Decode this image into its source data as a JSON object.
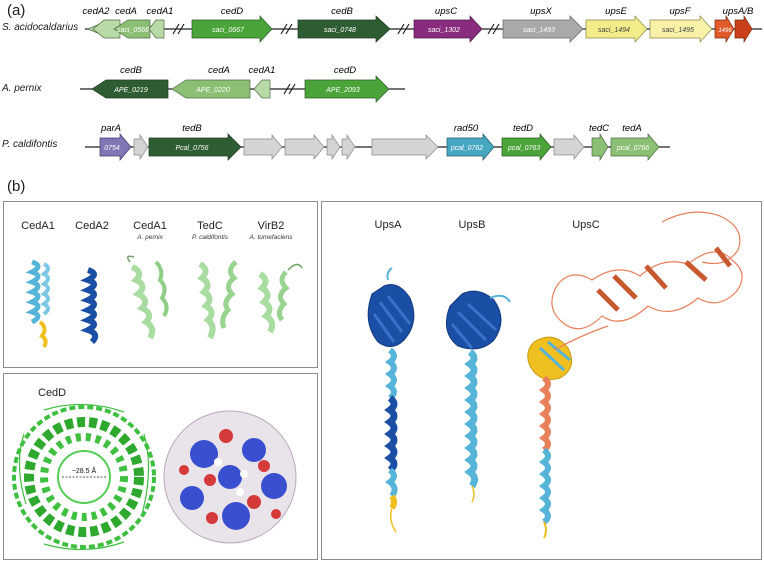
{
  "panel_a": {
    "letter": "(a)",
    "organisms": [
      {
        "name": "S. acidocaldarius",
        "genes": [
          {
            "name": "cedA2",
            "locus": "",
            "color": "#b9d9a6"
          },
          {
            "name": "cedA",
            "locus": "saci_0568",
            "color": "#8bbf74"
          },
          {
            "name": "cedA1",
            "locus": "",
            "color": "#b9d9a6"
          },
          {
            "name": "cedD",
            "locus": "saci_0667",
            "color": "#4aa43a"
          },
          {
            "name": "cedB",
            "locus": "saci_0748",
            "color": "#2f5d33"
          },
          {
            "name": "upsC",
            "locus": "saci_1302",
            "color": "#8a2c7e"
          },
          {
            "name": "upsX",
            "locus": "saci_1493",
            "color": "#a9a9a9"
          },
          {
            "name": "upsE",
            "locus": "saci_1494",
            "color": "#f2ec8a"
          },
          {
            "name": "upsF",
            "locus": "saci_1495",
            "color": "#f7f2a8"
          },
          {
            "name": "upsA/B",
            "locus": "1496",
            "color": "#e05a2a"
          }
        ]
      },
      {
        "name": "A. pernix",
        "genes": [
          {
            "name": "cedB",
            "locus": "APE_0219",
            "color": "#2f5d33"
          },
          {
            "name": "cedA",
            "locus": "APE_0220",
            "color": "#8bbf74"
          },
          {
            "name": "cedA1",
            "locus": "",
            "color": "#b9d9a6"
          },
          {
            "name": "cedD",
            "locus": "APE_2093",
            "color": "#4aa43a"
          }
        ]
      },
      {
        "name": "P. caldifontis",
        "genes": [
          {
            "name": "parA",
            "locus": "0754",
            "color": "#8078b4"
          },
          {
            "name": "tedB",
            "locus": "Pcal_0756",
            "color": "#2f5d33"
          },
          {
            "name": "rad50",
            "locus": "pcal_0762",
            "color": "#47a7c0"
          },
          {
            "name": "tedD",
            "locus": "pcal_0763",
            "color": "#4aa43a"
          },
          {
            "name": "tedC",
            "locus": "",
            "color": "#8bbf74"
          },
          {
            "name": "tedA",
            "locus": "pcal_0766",
            "color": "#8bbf74"
          }
        ]
      }
    ]
  },
  "panel_b": {
    "letter": "(b)",
    "top_left_proteins": [
      {
        "title": "CedA1",
        "subtitle": ""
      },
      {
        "title": "CedA2",
        "subtitle": ""
      },
      {
        "title": "CedA1",
        "subtitle": "A. pernix"
      },
      {
        "title": "TedC",
        "subtitle": "P. caldifontis"
      },
      {
        "title": "VirB2",
        "subtitle": "A. tumefaciens"
      }
    ],
    "ced_d": {
      "title": "CedD",
      "pore_label": "~28.5 Å"
    },
    "ups_proteins": [
      {
        "title": "UpsA"
      },
      {
        "title": "UpsB"
      },
      {
        "title": "UpsC"
      }
    ]
  },
  "colors": {
    "dark_blue": "#1b4fa6",
    "light_blue": "#56b4d8",
    "yellow": "#f0c020",
    "light_green": "#a9dca0",
    "bright_green": "#3fbf3f",
    "salmon": "#e8805a"
  }
}
